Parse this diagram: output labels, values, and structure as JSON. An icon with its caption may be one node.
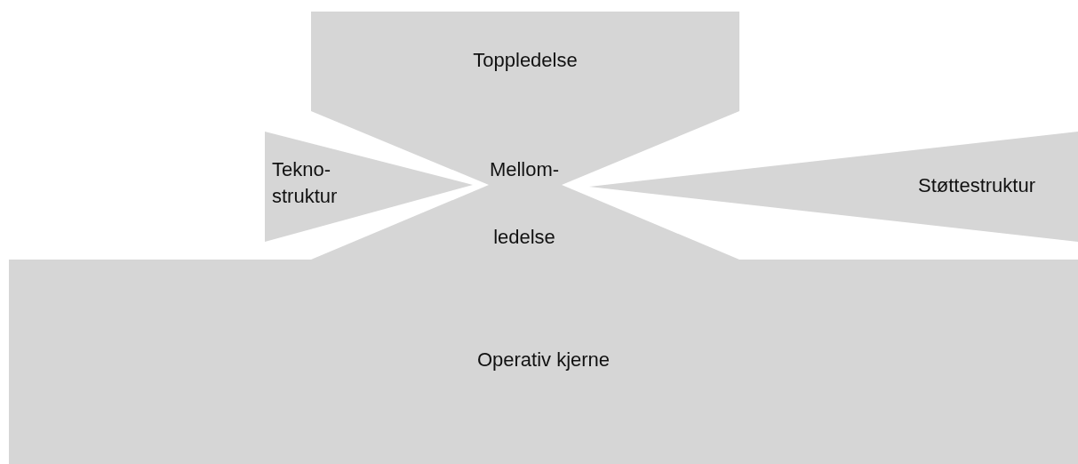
{
  "diagram": {
    "nodes": [
      {
        "text": [
          "Toppledelse"
        ]
      },
      {
        "text": [
          "Mellom- ledelse"
        ]
      },
      {
        "text": [
          "Tekno- struktur"
        ]
      },
      {
        "text": [
          "Støttestruktur"
        ]
      },
      {
        "text": [
          "Operativ kjerne"
        ]
      }
    ],
    "edges": []
  }
}
